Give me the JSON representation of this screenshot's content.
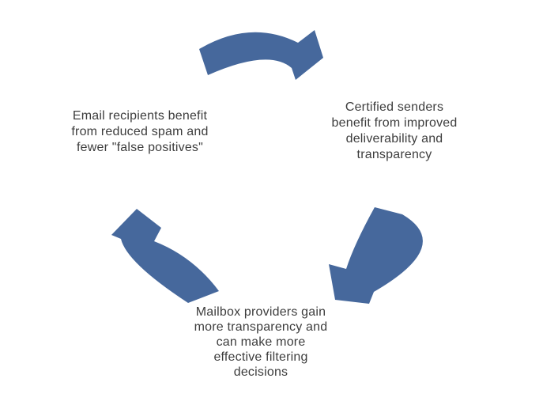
{
  "diagram": {
    "type": "cycle",
    "background_color": "#ffffff",
    "accent_color": "#46689c",
    "text_color": "#3d3d3d",
    "nodes": [
      {
        "id": "email-recipients",
        "lines": [
          "Email recipients benefit",
          "from reduced spam and",
          "fewer \"false positives\""
        ]
      },
      {
        "id": "certified-senders",
        "lines": [
          "Certified senders",
          "benefit from improved",
          "deliverability and",
          "transparency"
        ]
      },
      {
        "id": "mailbox-providers",
        "lines": [
          "Mailbox providers gain",
          "more transparency and",
          "can make more",
          "effective filtering",
          "decisions"
        ]
      }
    ],
    "arrows": [
      {
        "id": "top",
        "from": "email-recipients",
        "to": "certified-senders",
        "shape": "curved-arrow-right"
      },
      {
        "id": "right",
        "from": "certified-senders",
        "to": "mailbox-providers",
        "shape": "curved-arrow-down-left"
      },
      {
        "id": "left",
        "from": "mailbox-providers",
        "to": "email-recipients",
        "shape": "curved-arrow-up-left"
      }
    ]
  }
}
